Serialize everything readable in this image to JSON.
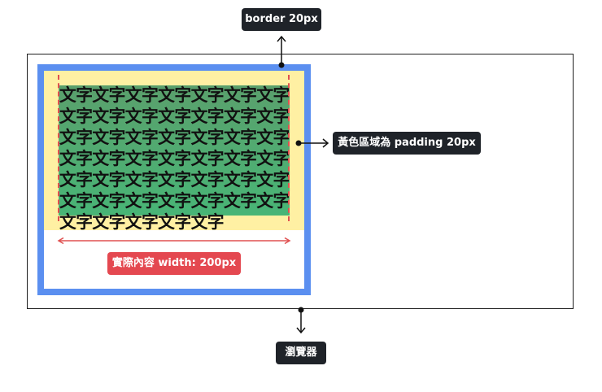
{
  "labels": {
    "border": "border 20px",
    "padding": "黃色區域為 padding 20px",
    "width": "實際內容 width: 200px",
    "browser": "瀏覽器"
  },
  "content": {
    "text": "文字文字文字文字文字文字文字文字文字文字文字文字文字文字文字文字文字文字文字文字文字文字文字文字文字文字文字文字文字文字文字文字文字文字文字文字文字文字文字文字文字文字文字文字文字文字文字"
  },
  "colors": {
    "border": "#5b8ff0",
    "padding": "#fff0a3",
    "content": "#48b576",
    "width_marker": "#e05050",
    "label_bg": "#1f2329",
    "width_label_bg": "#e44850"
  }
}
